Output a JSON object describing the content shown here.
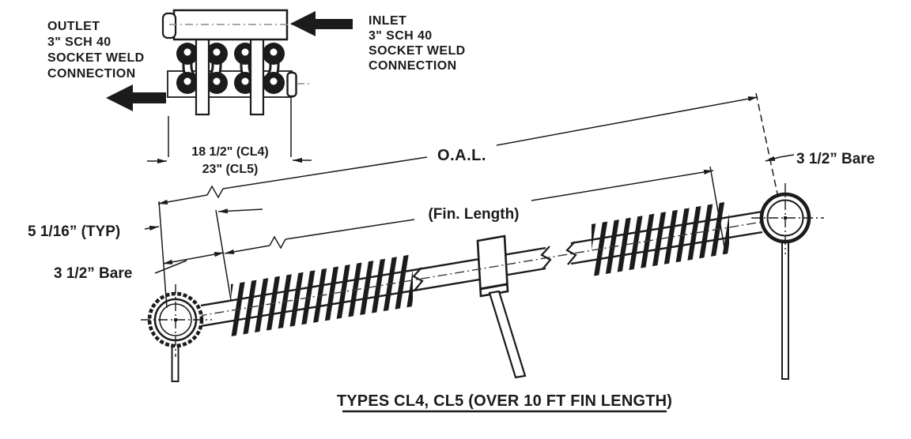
{
  "colors": {
    "ink": "#1b1b1b",
    "background": "#ffffff"
  },
  "detail_view": {
    "outlet_label": [
      "OUTLET",
      "3\" SCH 40",
      "SOCKET WELD",
      "CONNECTION"
    ],
    "inlet_label": [
      "INLET",
      "3\" SCH 40",
      "SOCKET WELD",
      "CONNECTION"
    ],
    "width_dim": [
      "18 1/2\" (CL4)",
      "23\" (CL5)"
    ]
  },
  "main_view": {
    "oal_dim": "O.A.L.",
    "fin_length_dim": "(Fin. Length)",
    "bare_right_dim": "3 1/2” Bare",
    "typ_dim": "5 1/16” (TYP)",
    "bare_left_dim": "3 1/2” Bare"
  },
  "caption": "TYPES CL4, CL5 (OVER 10 FT FIN LENGTH)"
}
